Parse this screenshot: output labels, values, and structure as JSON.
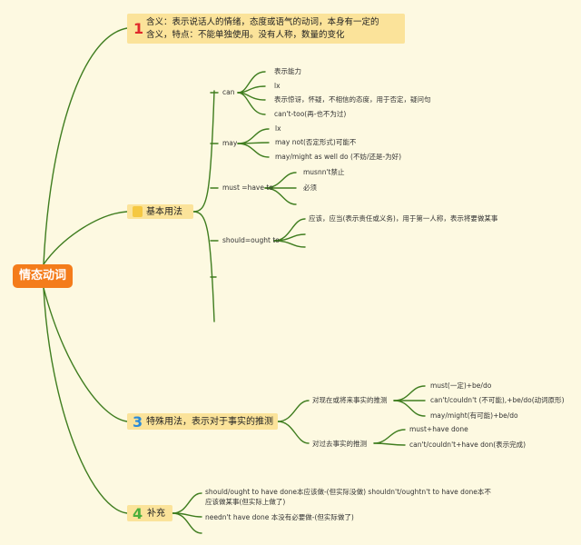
{
  "root": {
    "label": "情态动词"
  },
  "sections": [
    {
      "num": "1",
      "num_color": "#e0282a",
      "lines": [
        "含义：表示说话人的情绪，态度或语气的动词，本身有一定的",
        "含义，特点：不能单独使用。没有人称，数量的变化"
      ]
    },
    {
      "num": "",
      "num_color": "#f5c842",
      "label": "基本用法"
    },
    {
      "num": "3",
      "num_color": "#2b8bd8",
      "label": "特殊用法，表示对于事实的推测"
    },
    {
      "num": "4",
      "num_color": "#4caf3c",
      "label": "补充"
    }
  ],
  "basic": {
    "can": {
      "label": "can",
      "items": [
        "表示能力",
        "lx",
        "表示惊讶，怀疑，不相信的态度，用于否定，疑问句",
        "can't-too(再-也不为过)"
      ]
    },
    "may": {
      "label": "may",
      "items": [
        "lx",
        "may not(否定形式)可能不",
        "may/might as well do (不妨/还是-为好)"
      ]
    },
    "must": {
      "label": "must =have to",
      "items": [
        "musnn't禁止",
        "必须"
      ]
    },
    "should": {
      "label": "should=ought to",
      "items": [
        "应该，应当(表示责任或义务)，用于第一人称，表示将要做某事"
      ]
    }
  },
  "special": {
    "present": {
      "label": "对现在或将来事实的推测",
      "items": [
        "must(一定)+be/do",
        "can't/couldn't (不可能),+be/do(动词原形)",
        "may/might(有可能)+be/do"
      ]
    },
    "past": {
      "label": "对过去事实的推测",
      "items": [
        "must+have done",
        "can't/couldn't+have don(表示完成)"
      ]
    }
  },
  "supplement": {
    "line1": "should/ought to have done本应该做-(但实际没做) shouldn't/oughtn't to have done本不",
    "line2": "应该做某事(但实际上做了)",
    "line3": "needn't have done 本没有必要做-(但实际做了)"
  },
  "colors": {
    "line": "#3f7d1f",
    "background": "#fdf9e1",
    "root": "#f47c1b",
    "box": "#fbe39a"
  }
}
